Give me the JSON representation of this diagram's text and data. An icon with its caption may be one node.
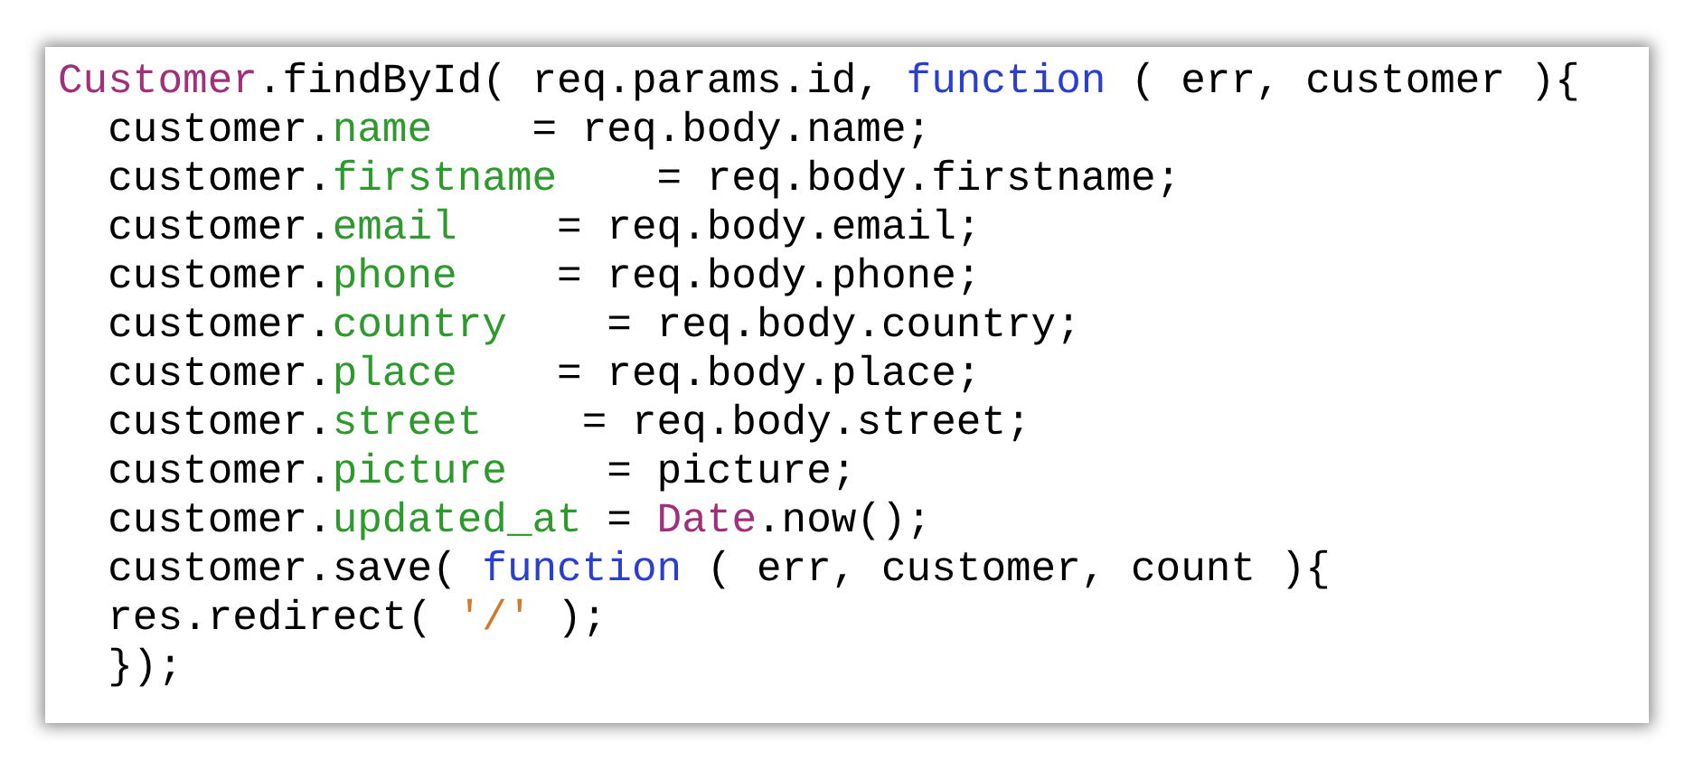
{
  "diagram": {
    "labels": [
      "Customer.findById( req.params.id, function ( err, customer ){",
      "  customer.name    = req.body.name;",
      "  customer.firstname    = req.body.firstname;",
      "  customer.email    = req.body.email;",
      "  customer.phone    = req.body.phone;",
      "  customer.country    = req.body.country;",
      "  customer.place    = req.body.place;",
      "  customer.street    = req.body.street;",
      "  customer.picture    = picture;",
      "  customer.updated_at = Date.now();",
      "  customer.save( function ( err, customer, count ){",
      "  res.redirect( '/' );",
      "  });"
    ]
  }
}
